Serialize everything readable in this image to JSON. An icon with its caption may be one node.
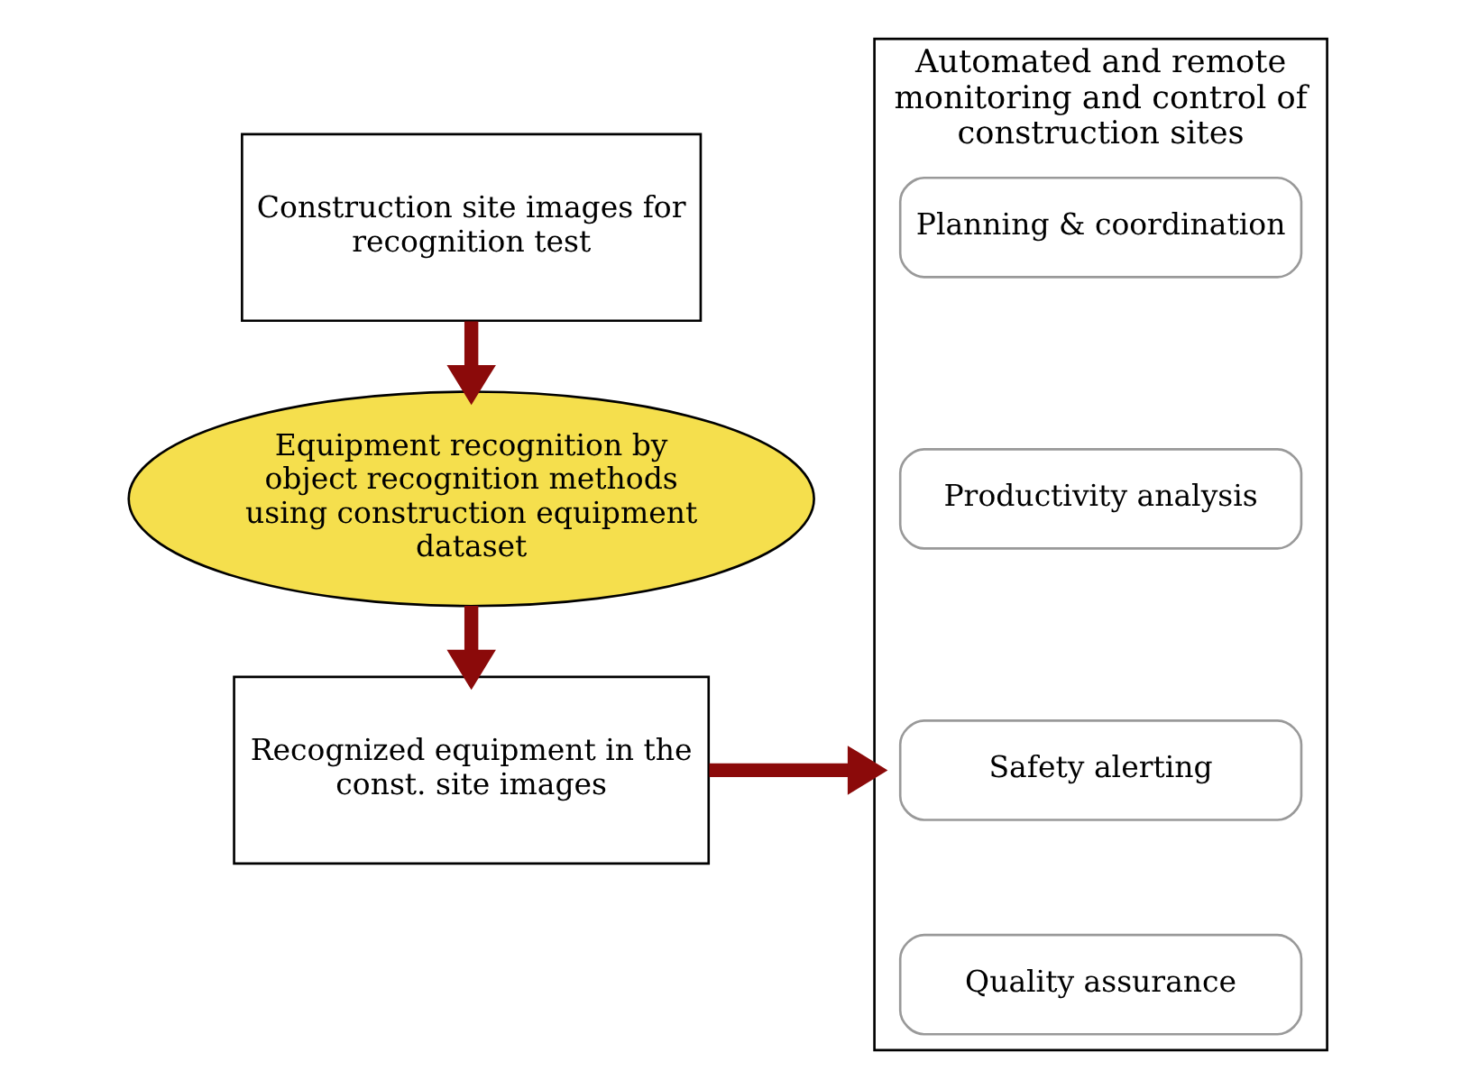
{
  "diagram": {
    "nodes": [
      {
        "text": [
          "Construction site images for recognition test"
        ]
      },
      {
        "text": [
          "Equipment recognition by object recognition methods using construction equipment dataset"
        ]
      },
      {
        "text": [
          "Recognized equipment in the const. site images"
        ]
      },
      {
        "text": [
          "Automated and remote monitoring and control of construction sites"
        ]
      },
      {
        "text": [
          "Planning & coordination"
        ],
        "in": 3
      },
      {
        "text": [
          "Productivity analysis"
        ],
        "in": 3
      },
      {
        "text": [
          "Safety alerting"
        ],
        "in": 3
      },
      {
        "text": [
          "Quality assurance"
        ],
        "in": 3
      }
    ],
    "edges": [
      {
        "from": 0,
        "to": 1,
        "arrow": "to"
      },
      {
        "from": 1,
        "to": 2,
        "arrow": "to"
      },
      {
        "from": 2,
        "to": 3,
        "arrow": "to"
      }
    ]
  }
}
